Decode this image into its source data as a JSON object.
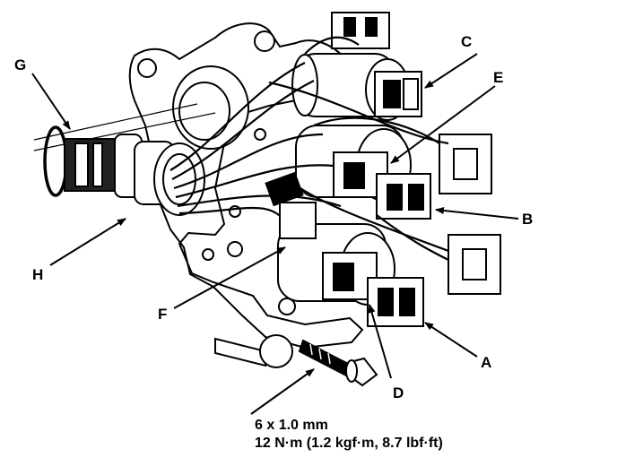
{
  "callouts": {
    "a": "A",
    "b": "B",
    "c": "C",
    "d": "D",
    "e": "E",
    "f": "F",
    "g": "G",
    "h": "H"
  },
  "bolt_spec": {
    "size": "6 x 1.0 mm",
    "torque": "12 N·m (1.2 kgf·m, 8.7 lbf·ft)"
  },
  "colors": {
    "line": "#000000",
    "background": "#ffffff"
  }
}
